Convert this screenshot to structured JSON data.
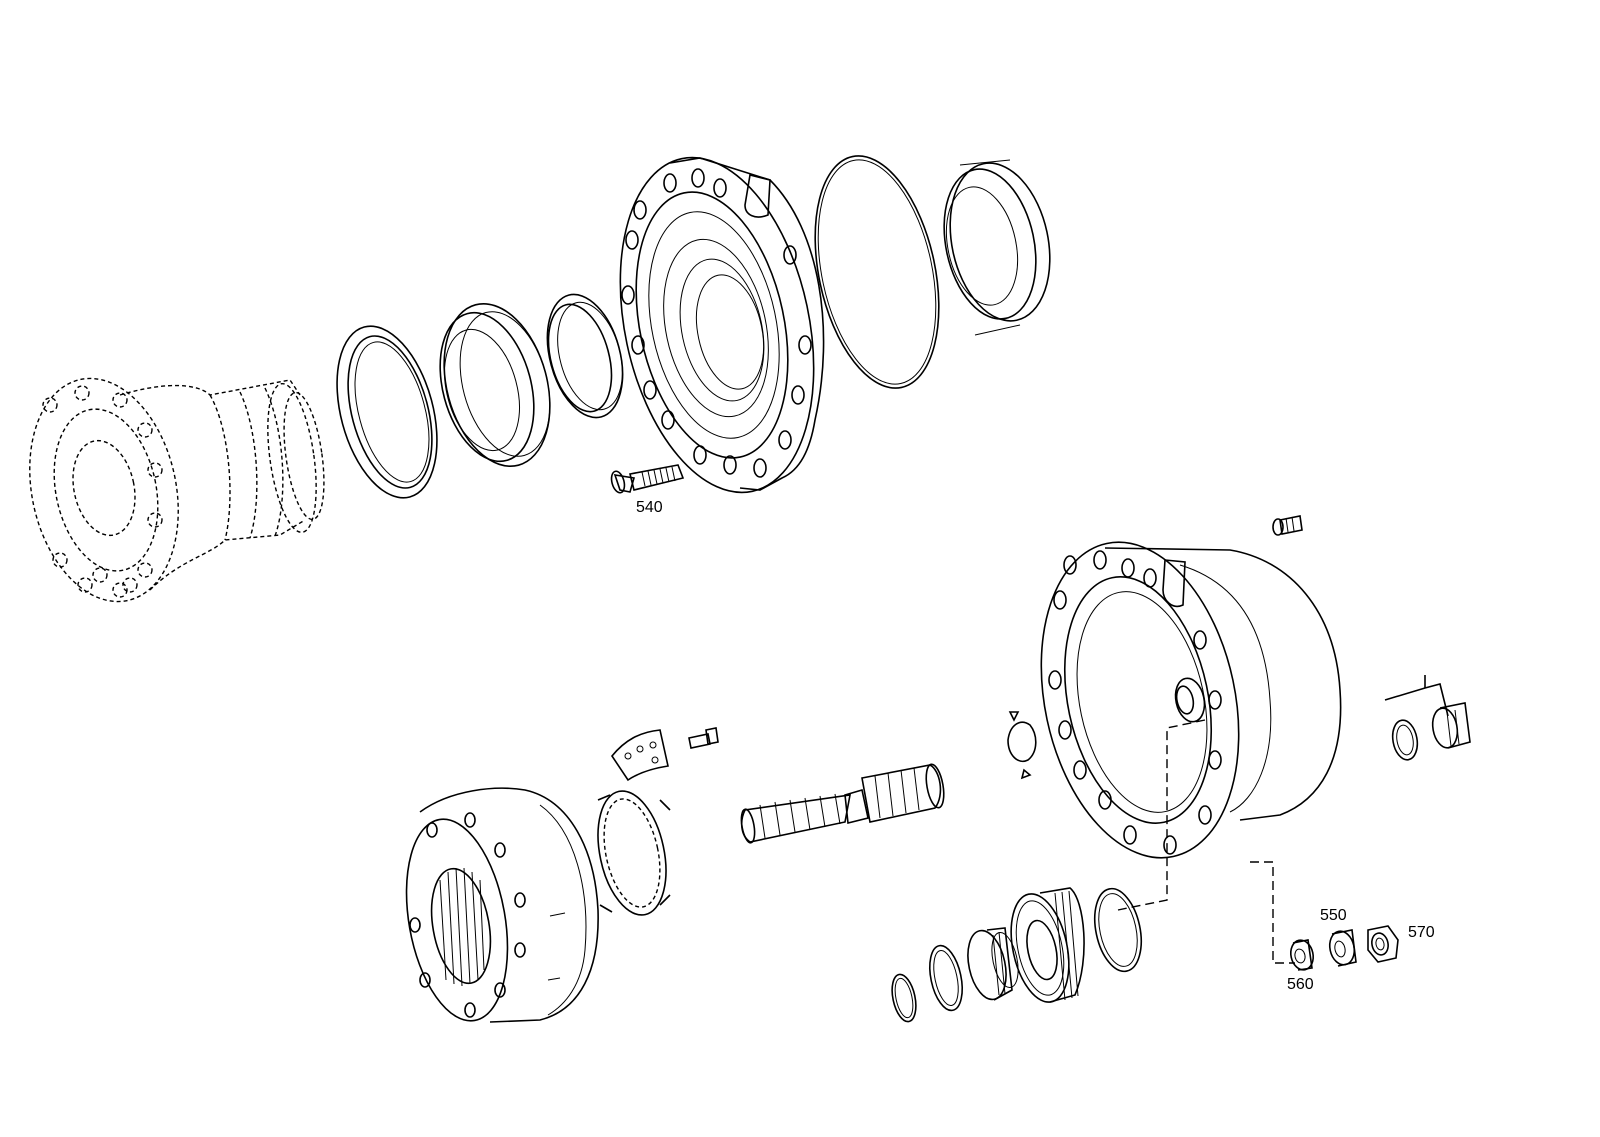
{
  "callouts": {
    "c540": "540",
    "c550": "550",
    "c560": "560",
    "c570": "570"
  },
  "colors": {
    "line": "#000000",
    "background": "#ffffff"
  }
}
